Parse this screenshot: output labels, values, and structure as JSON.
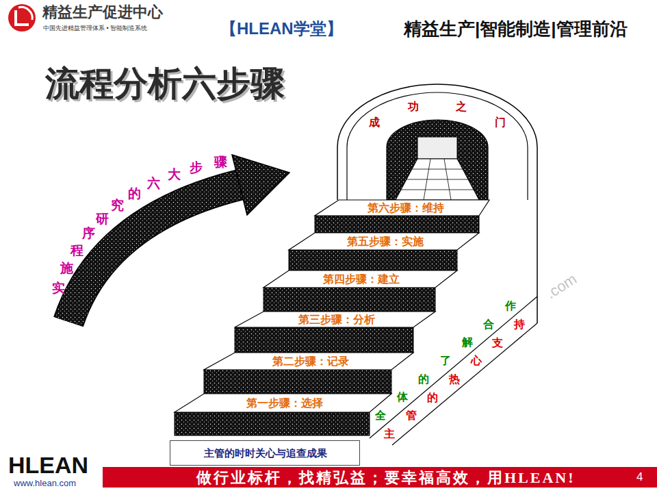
{
  "diagram": {
    "title": "流程分析六步骤",
    "nodes": [
      {
        "text": [
          "第一步骤：选择"
        ]
      },
      {
        "text": [
          "第二步骤：记录"
        ]
      },
      {
        "text": [
          "第三步骤：分析"
        ]
      },
      {
        "text": [
          "第四步骤：建立"
        ]
      },
      {
        "text": [
          "第五步骤：实施"
        ]
      },
      {
        "text": [
          "第六步骤：维持"
        ]
      },
      {
        "text": [
          "主管的时时关心与追查成果"
        ]
      }
    ],
    "labels": [
      "精益生产促进中心",
      "中国先进精益管理体系 • 智能制造系统",
      "【HLEAN学堂】",
      "精益生产|智能制造|管理前沿",
      "成功之门",
      "实施程序研究的六大步骤",
      "全体的了解合作",
      "主管的热心支持",
      ".com",
      "HLEAN",
      "www.hlean.com",
      "做行业标杆，找精弘益；要幸福高效，用HLEAN!",
      "4"
    ]
  }
}
